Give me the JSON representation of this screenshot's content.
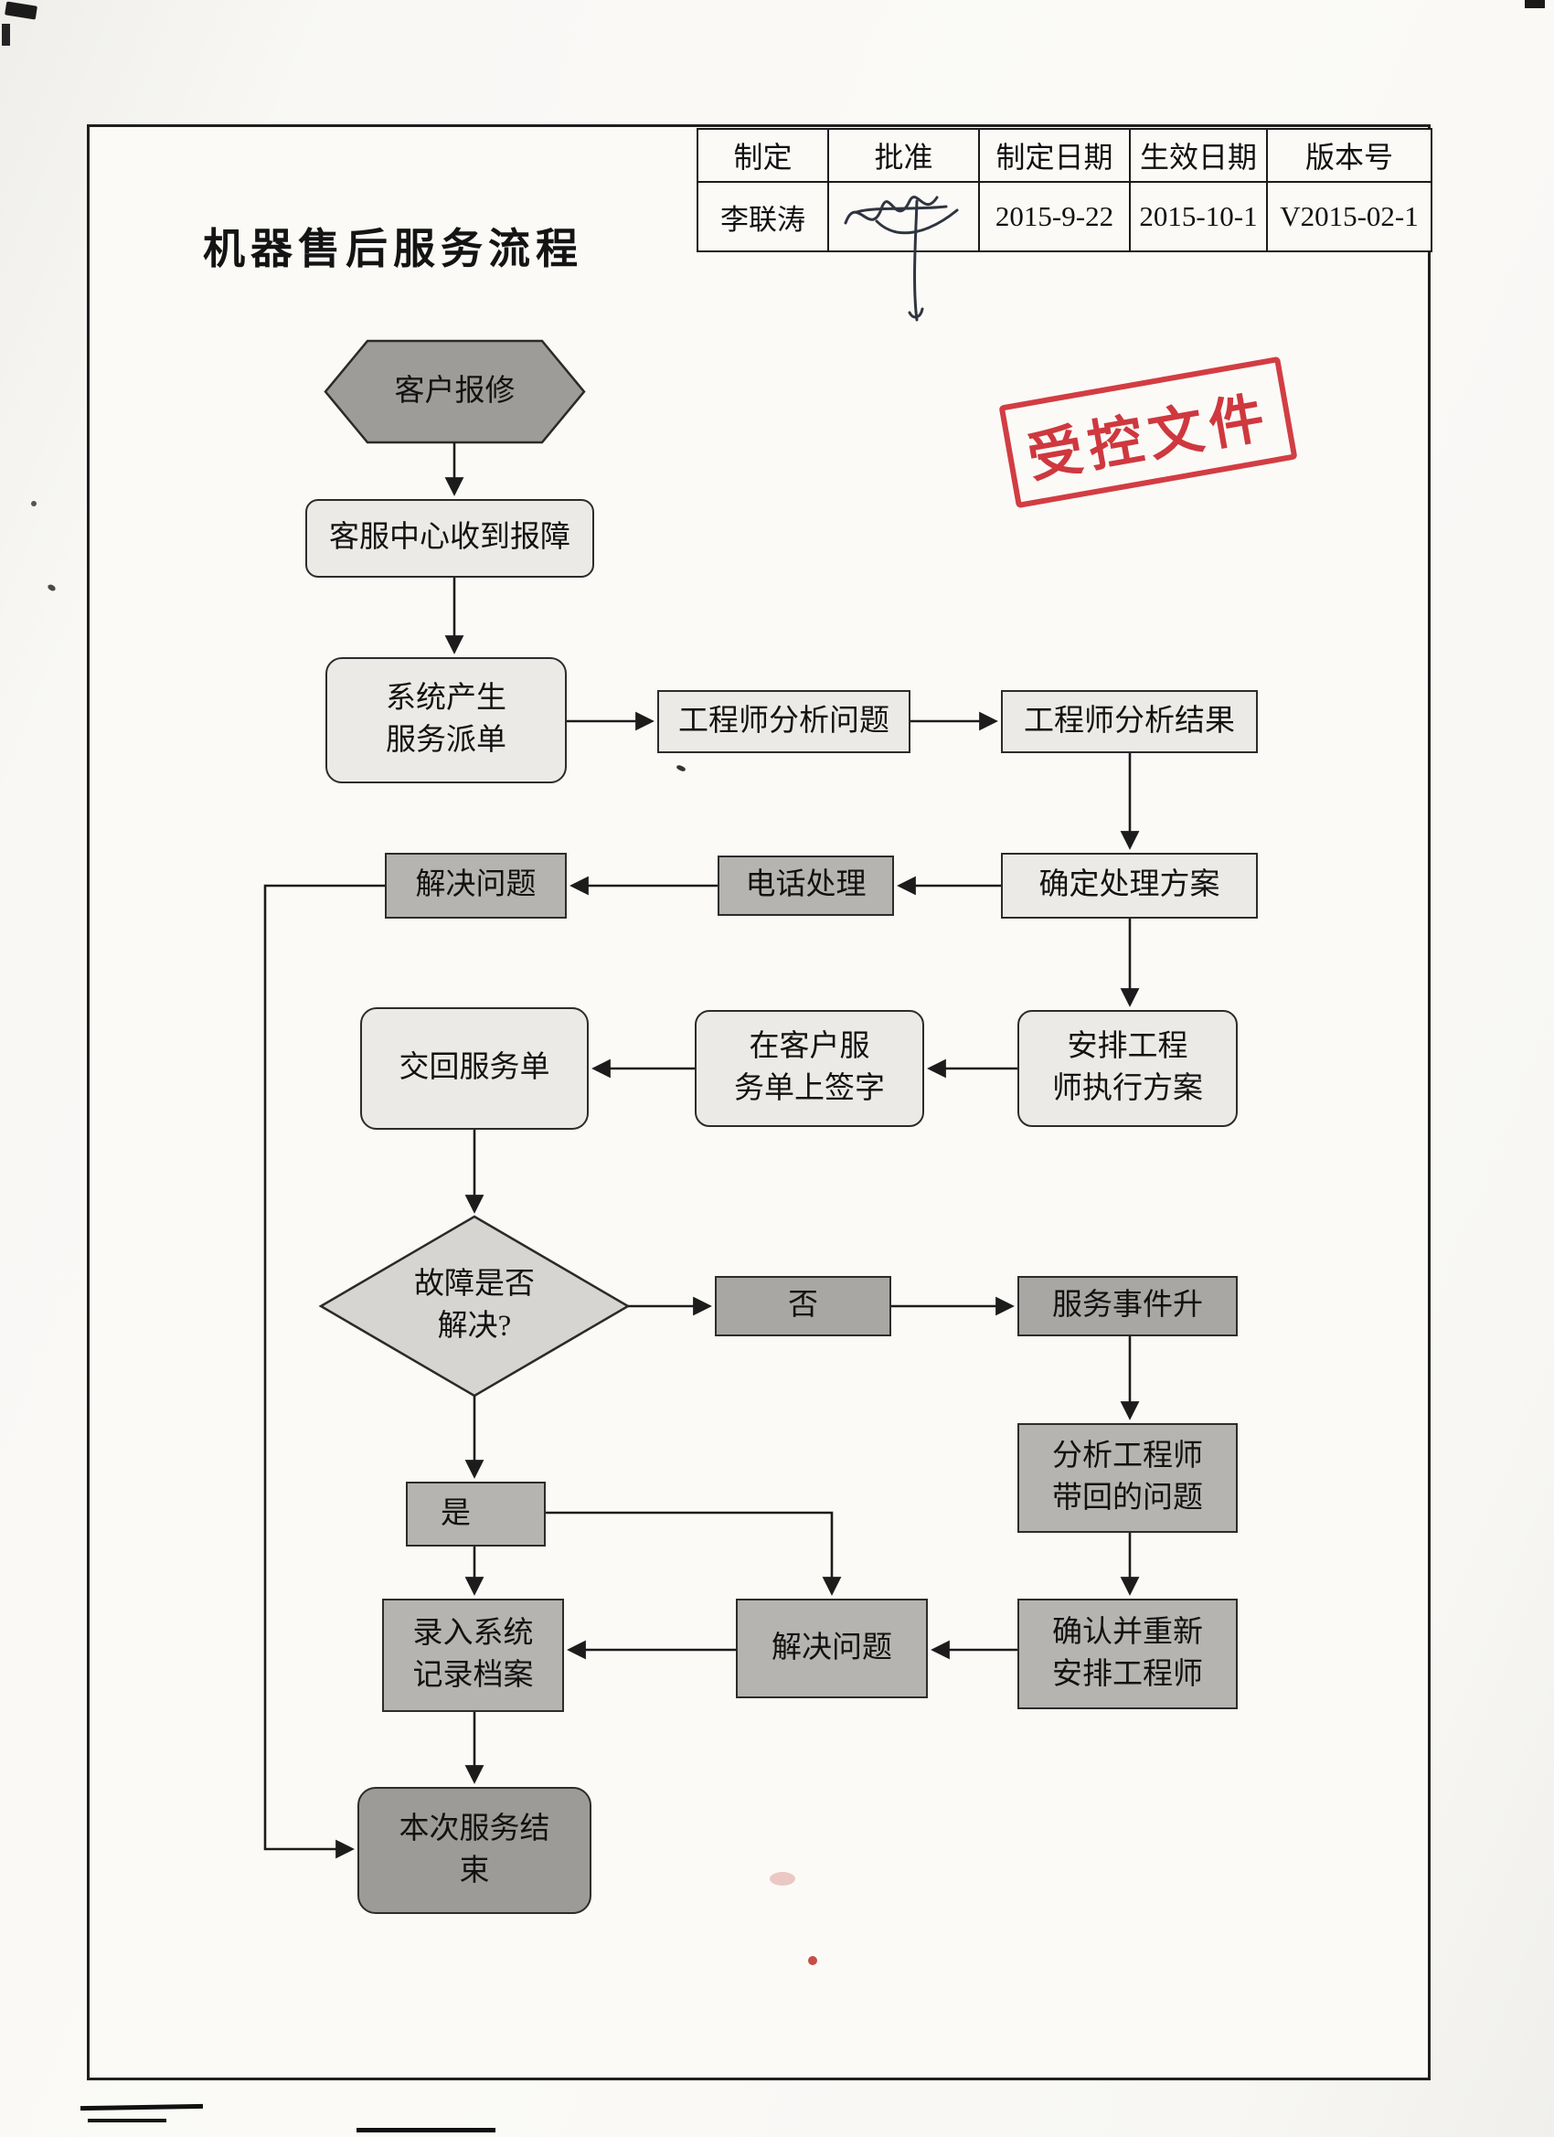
{
  "page": {
    "title": "机器售后服务流程",
    "stamp_text": "受控文件",
    "stamp_color": "#cf2f35",
    "ink_color": "#1c1c1c"
  },
  "header_table": {
    "headers": [
      "制定",
      "批准",
      "制定日期",
      "生效日期",
      "版本号"
    ],
    "values": {
      "maker": "李联涛",
      "approver_signature_icon": "handwritten-signature",
      "created_date": "2015-9-22",
      "effective_date": "2015-10-1",
      "version": "V2015-02-1"
    }
  },
  "flowchart": {
    "nodes": {
      "customer_report": "客户报修",
      "service_center_receive": "客服中心收到报障",
      "system_dispatch": "系统产生\n服务派单",
      "engineer_analyze": "工程师分析问题",
      "analysis_result": "工程师分析结果",
      "decide_plan": "确定处理方案",
      "phone_handle": "电话处理",
      "solve_problem_top": "解决问题",
      "arrange_engineer": "安排工程\n师执行方案",
      "sign_service_order": "在客户服\n务单上签字",
      "return_service_order": "交回服务单",
      "fault_solved_q": "故障是否\n解决?",
      "no": "否",
      "service_escalate": "服务事件升",
      "analyze_brought_back": "分析工程师\n带回的问题",
      "confirm_rearrange": "确认并重新\n安排工程师",
      "solve_problem_bottom": "解决问题",
      "record_archive": "录入系统\n记录档案",
      "yes": "是",
      "service_end": "本次服务结\n束"
    }
  }
}
